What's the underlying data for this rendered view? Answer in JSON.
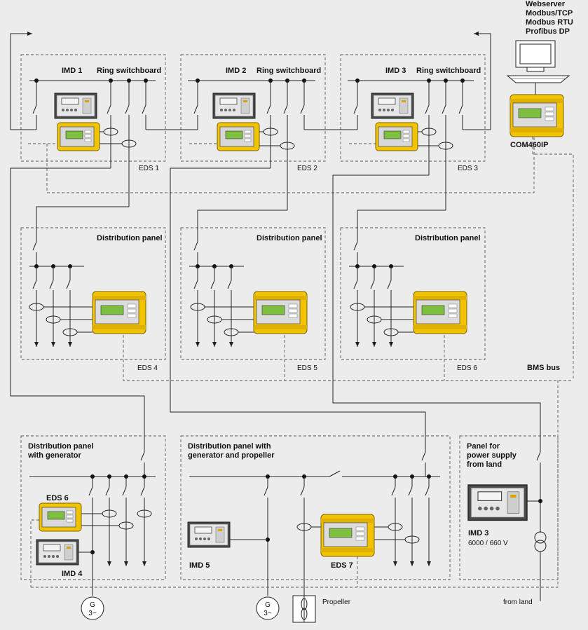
{
  "com_protocols": [
    "Webserver",
    "Modbus/TCP",
    "Modbus RTU",
    "Profibus DP"
  ],
  "gateway_label": "COM460IP",
  "bus_label": "BMS bus",
  "ring_panels": [
    {
      "imd": "IMD 1",
      "title": "Ring switchboard",
      "eds": "EDS 1"
    },
    {
      "imd": "IMD 2",
      "title": "Ring switchboard",
      "eds": "EDS 2"
    },
    {
      "imd": "IMD 3",
      "title": "Ring switchboard",
      "eds": "EDS 3"
    }
  ],
  "distribution_panels": [
    {
      "title": "Distribution panel",
      "eds": "EDS 4"
    },
    {
      "title": "Distribution panel",
      "eds": "EDS 5"
    },
    {
      "title": "Distribution panel",
      "eds": "EDS 6"
    }
  ],
  "generator_panel": {
    "title_line1": "Distribution panel",
    "title_line2": "with generator",
    "eds": "EDS 6",
    "imd": "IMD 4"
  },
  "propeller_panel": {
    "title_line1": "Distribution panel with",
    "title_line2": "generator and propeller",
    "imd": "IMD 5",
    "eds": "EDS 7"
  },
  "shore_panel": {
    "title_line1": "Panel for",
    "title_line2": "power supply",
    "title_line3": "from land",
    "imd": "IMD 3",
    "voltage": "6000 / 660 V"
  },
  "generator_symbol": {
    "line1": "G",
    "line2": "3~"
  },
  "propeller_label": "Propeller",
  "from_land_label": "from land"
}
